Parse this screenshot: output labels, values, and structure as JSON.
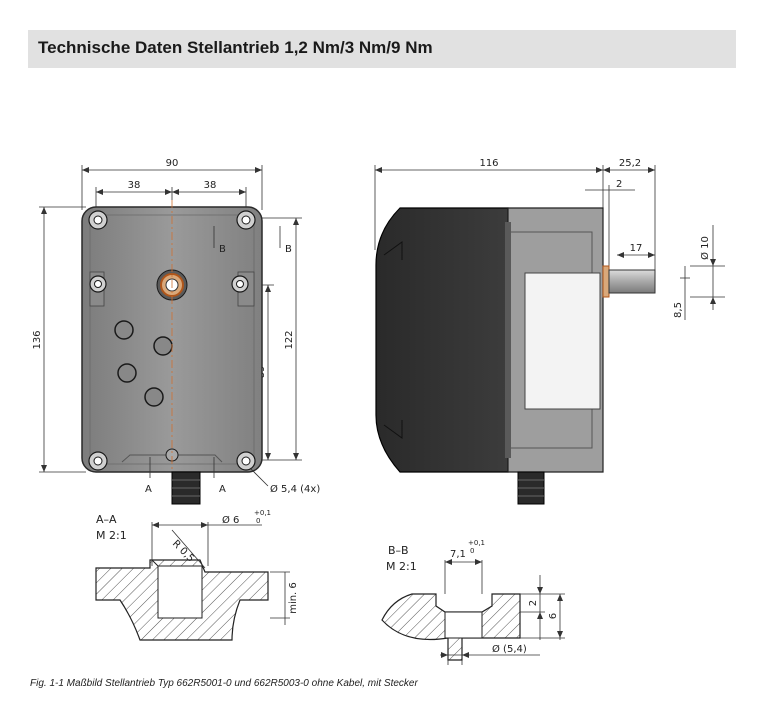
{
  "header": {
    "title": "Technische Daten Stellantrieb 1,2 Nm/3 Nm/9 Nm"
  },
  "front_view": {
    "dim_width": "90",
    "dim_left": "38",
    "dim_right": "38",
    "dim_height": "136",
    "dim_122": "122",
    "dim_89": "89",
    "hole_note": "Ø 5,4 (4x)",
    "section_a": "A",
    "section_b": "B"
  },
  "side_view": {
    "dim_length": "116",
    "dim_25": "25,2",
    "dim_2": "2",
    "dim_17": "17",
    "dim_shaft": "Ø 10",
    "dim_8_5": "8,5"
  },
  "section_aa": {
    "title": "A–A",
    "scale": "M 2:1",
    "dim_dia": "Ø 6",
    "tol_upper": "+0,1",
    "tol_lower": "0",
    "radius": "R 0,5",
    "min_depth": "min. 6"
  },
  "section_bb": {
    "title": "B–B",
    "scale": "M 2:1",
    "dim_dia": "7,1",
    "tol_upper": "+0,1",
    "tol_lower": "0",
    "dim_2": "2",
    "dim_6": "6",
    "dim_bottom": "Ø (5,4)"
  },
  "caption": "Fig. 1-1 Maßbild Stellantrieb Typ 662R5001-0 und 662R5003-0 ohne Kabel, mit Stecker"
}
